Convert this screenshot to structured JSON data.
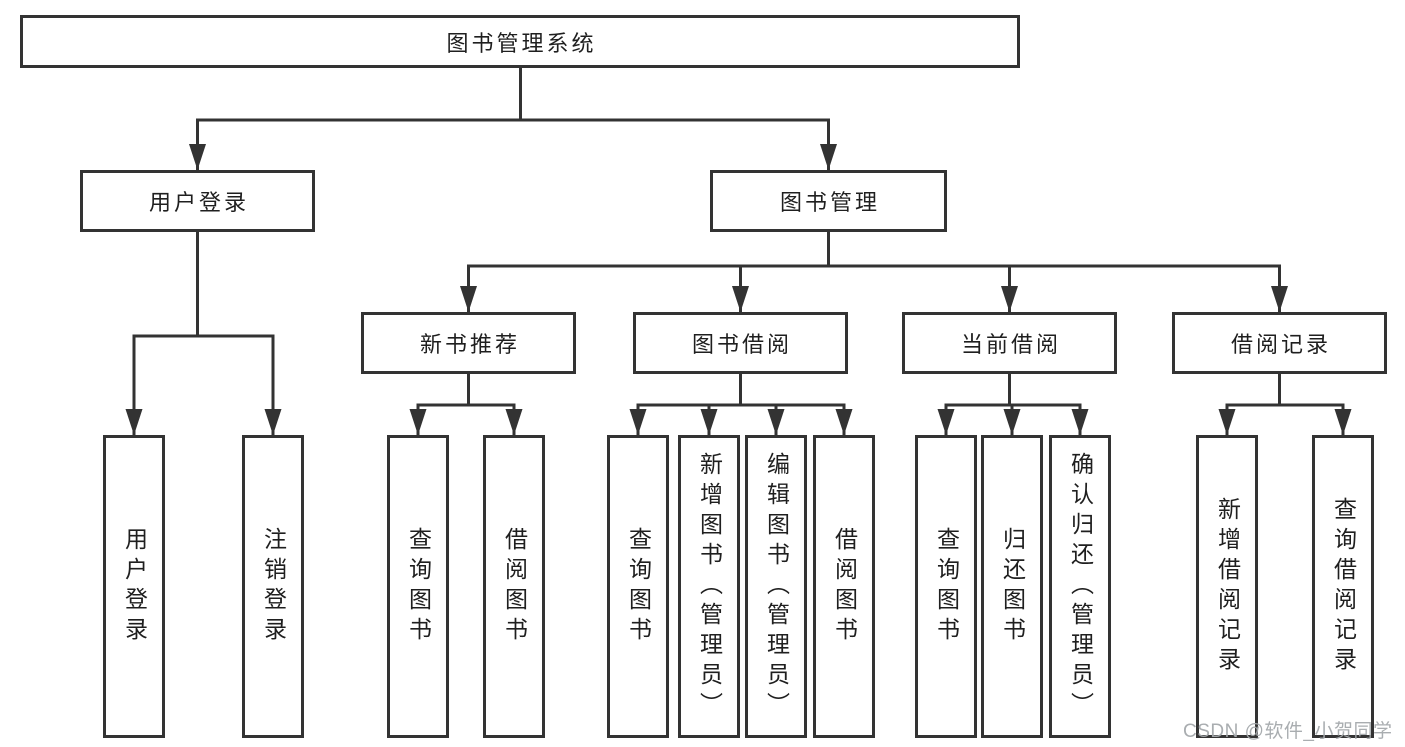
{
  "diagram_type": "hierarchy-tree",
  "tree": {
    "root": {
      "label": "图书管理系统",
      "children": [
        {
          "label": "用户登录",
          "children": [
            {
              "label": "用户登录"
            },
            {
              "label": "注销登录"
            }
          ]
        },
        {
          "label": "图书管理",
          "children": [
            {
              "label": "新书推荐",
              "children": [
                {
                  "label": "查询图书"
                },
                {
                  "label": "借阅图书"
                }
              ]
            },
            {
              "label": "图书借阅",
              "children": [
                {
                  "label": "查询图书"
                },
                {
                  "label": "新增图书（管理员）"
                },
                {
                  "label": "编辑图书（管理员）"
                },
                {
                  "label": "借阅图书"
                }
              ]
            },
            {
              "label": "当前借阅",
              "children": [
                {
                  "label": "查询图书"
                },
                {
                  "label": "归还图书"
                },
                {
                  "label": "确认归还（管理员）"
                }
              ]
            },
            {
              "label": "借阅记录",
              "children": [
                {
                  "label": "新增借阅记录"
                },
                {
                  "label": "查询借阅记录"
                }
              ]
            }
          ]
        }
      ]
    }
  },
  "watermark": {
    "text": "CSDN @软件_小贺同学"
  },
  "colors": {
    "line": "#333333",
    "box_border": "#333333",
    "text": "#1f1f1f",
    "watermark": "#a4a9ac",
    "background": "#ffffff"
  }
}
